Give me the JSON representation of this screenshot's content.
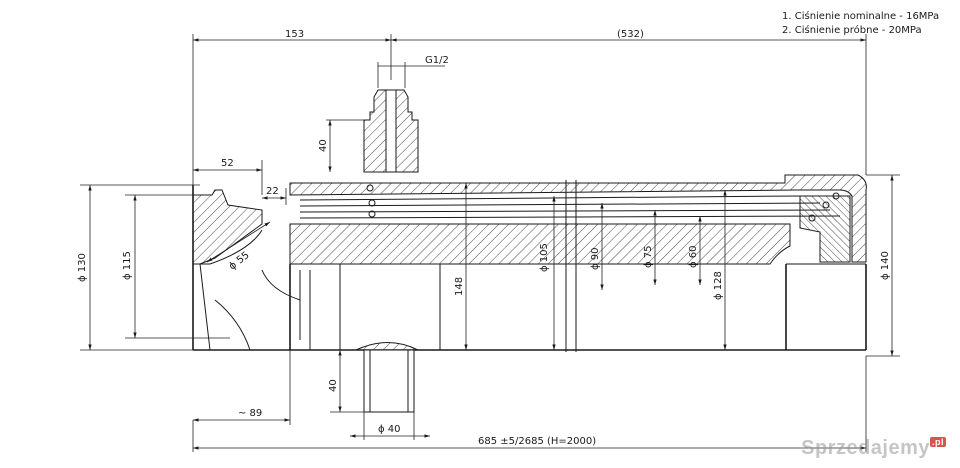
{
  "notes": [
    "1. Ciśnienie nominalne - 16MPa",
    "2. Ciśnienie próbne    - 20MPa"
  ],
  "dimensions": {
    "d153": "153",
    "d532": "(532)",
    "g12": "G1/2",
    "d40_top": "40",
    "d52": "52",
    "d22": "22",
    "phi130": "ϕ 130",
    "phi115": "ϕ 115",
    "phi55": "ϕ 55",
    "d148": "148",
    "phi105": "ϕ 105",
    "phi90": "ϕ 90",
    "phi75": "ϕ 75",
    "phi60": "ϕ 60",
    "phi128": "ϕ 128",
    "phi140": "ϕ 140",
    "d40_bottom": "40",
    "phi40": "ϕ 40",
    "d89": "~ 89",
    "total": "685 ±5/2685  (H=2000)"
  },
  "watermark": {
    "text": "Sprzedajemy",
    "badge": ".pl"
  }
}
